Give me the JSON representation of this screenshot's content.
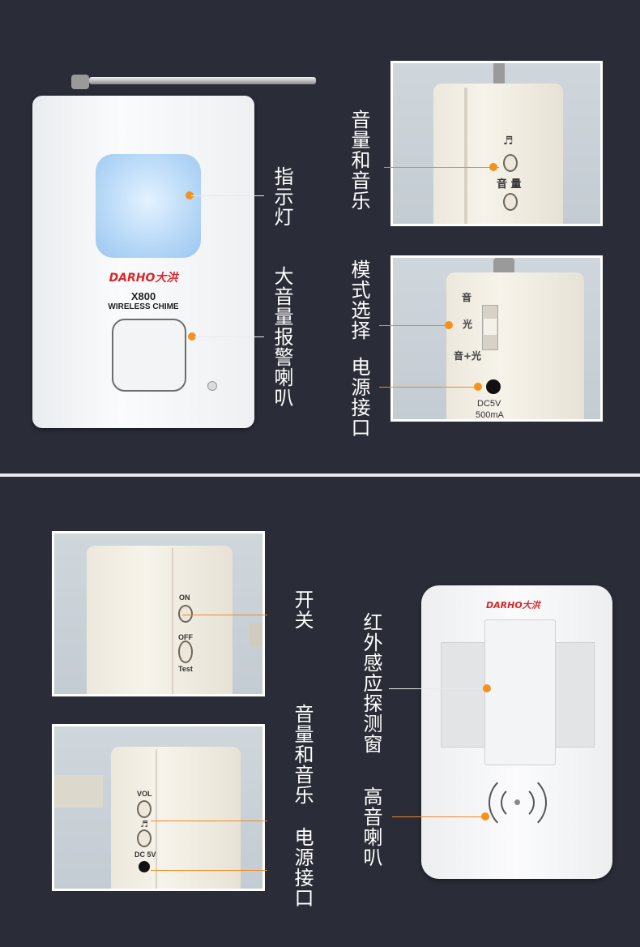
{
  "top": {
    "main_device": {
      "brand": "DARHO",
      "brand_cn": "大洪",
      "model": "X800",
      "product": "WIRELESS CHIME"
    },
    "labels": {
      "indicator": "指示灯",
      "loud_speaker": "大音量报警喇叭",
      "volume_music": "音量和音乐",
      "mode_select": "模式选择",
      "power_port": "电源接口"
    },
    "side1": {
      "music_symbol": "♬",
      "volume": "音 量"
    },
    "side2": {
      "mode_sound": "音",
      "mode_light": "光",
      "mode_both": "音+光",
      "dc": "DC5V",
      "current": "500mA"
    }
  },
  "bottom": {
    "labels": {
      "switch": "开关",
      "volume_music": "音量和音乐",
      "power_port": "电源接口",
      "pir_window": "红外感应探测窗",
      "tweeter": "高音喇叭"
    },
    "side1": {
      "on": "ON",
      "off": "OFF",
      "test": "Test"
    },
    "side2": {
      "vol": "VOL",
      "music_symbol": "♬",
      "dc": "DC 5V"
    },
    "sensor": {
      "brand": "DARHO",
      "brand_cn": "大洪"
    }
  },
  "colors": {
    "background": "#2a2c37",
    "accent": "#f7901e",
    "brand_red": "#d8262c"
  }
}
